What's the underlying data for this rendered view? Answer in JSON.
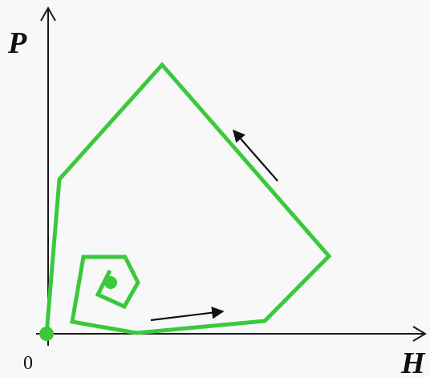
{
  "diagram": {
    "y_axis_label": "P",
    "x_axis_label": "H",
    "origin_label": "0",
    "trajectory_color": "#3cc83c",
    "arrow_color": "#111111",
    "icons": [
      "arrow-up-left-icon",
      "arrow-right-icon"
    ]
  }
}
